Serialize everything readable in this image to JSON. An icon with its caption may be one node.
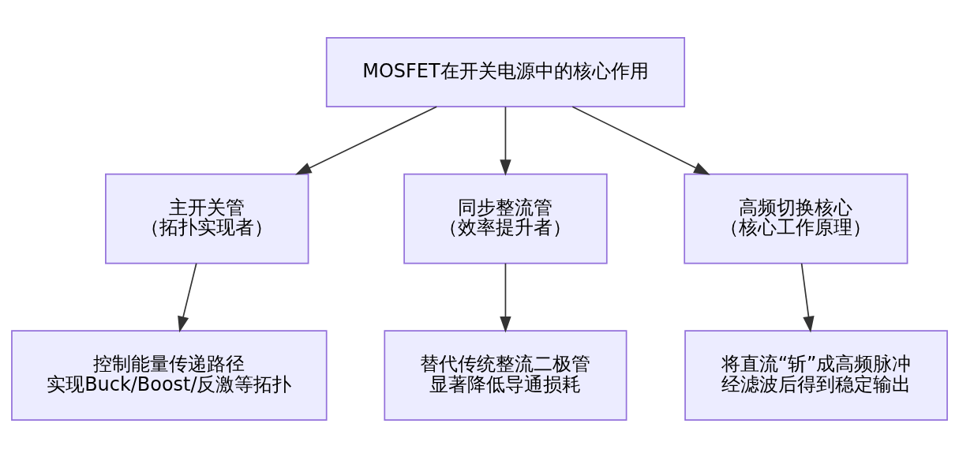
{
  "diagram": {
    "nodes": [
      {
        "text": [
          "MOSFET在开关电源中的核心作用"
        ]
      },
      {
        "text": [
          "主开关管",
          "（拓扑实现者）"
        ]
      },
      {
        "text": [
          "同步整流管",
          "（效率提升者）"
        ]
      },
      {
        "text": [
          "高频切换核心",
          "（核心工作原理）"
        ]
      },
      {
        "text": [
          "控制能量传递路径",
          "实现Buck/Boost/反激等拓扑"
        ]
      },
      {
        "text": [
          "替代传统整流二极管",
          "显著降低导通损耗"
        ]
      },
      {
        "text": [
          "将直流“斩”成高频脉冲",
          "经滤波后得到稳定输出"
        ]
      }
    ],
    "edges": [
      {
        "from": 0,
        "to": 1,
        "arrow": "to"
      },
      {
        "from": 0,
        "to": 2,
        "arrow": "to"
      },
      {
        "from": 0,
        "to": 3,
        "arrow": "to"
      },
      {
        "from": 1,
        "to": 4,
        "arrow": "to"
      },
      {
        "from": 2,
        "to": 5,
        "arrow": "to"
      },
      {
        "from": 3,
        "to": 6,
        "arrow": "to"
      }
    ]
  }
}
